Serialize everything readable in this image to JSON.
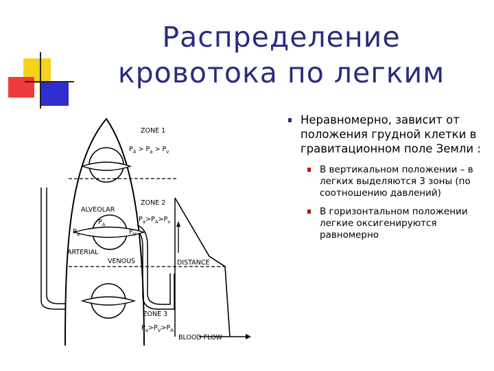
{
  "title": "Распределение кровотока по легким",
  "bullets": {
    "main": "Неравномерно, зависит от положения грудной клетки в гравитационном поле Земли :",
    "sub": [
      "В вертикальном положении – в легких выделяются 3 зоны (по соотношению давлений)",
      "В горизонтальном положении легкие оксигенируются равномерно"
    ]
  },
  "figure": {
    "zone1": "ZONE 1",
    "zone2": "ZONE 2",
    "zone3": "ZONE 3",
    "alveolar": "ALVEOLAR",
    "arterial": "ARTERIAL",
    "venous": "VENOUS",
    "distance": "DISTANCE",
    "blood_flow": "BLOOD FLOW"
  },
  "colors": {
    "title": "#2b2b7f",
    "bullet_main": "#2b2b7f",
    "bullet_sub": "#cc0000",
    "logo_yellow": "#f5d21c",
    "logo_red": "#ef3b3b",
    "logo_blue": "#2f2fcf"
  }
}
